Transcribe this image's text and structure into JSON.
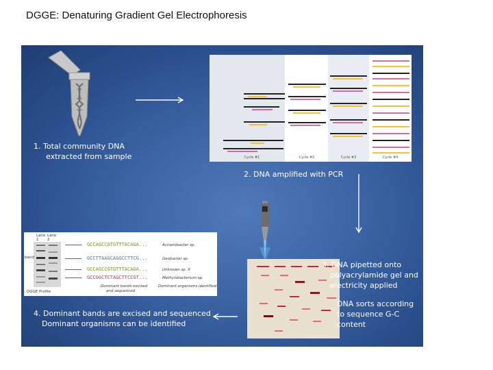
{
  "title": "DGGE: Denaturing Gradient Gel Electrophoresis",
  "steps": {
    "step1": [
      "1.  Total community DNA",
      "extracted from sample"
    ],
    "step2": "2. DNA amplified with PCR",
    "step3": [
      "3. DNA pipetted onto",
      "polyacrylamide gel and",
      "electricity applied"
    ],
    "step3b": [
      "DNA sorts according",
      "to sequence G-C",
      "content"
    ],
    "step4": [
      "4. Dominant bands are excised and sequenced",
      "Dominant organisms can be identified"
    ]
  },
  "pcr_cycles": [
    "Cycle #1",
    "Cycle #2",
    "Cycle #3",
    "Cycle #4"
  ],
  "inset": {
    "lane_headers": [
      "Lane\n1",
      "Lane\n2"
    ],
    "band_label": "band",
    "footer_left": "DGGE Profile",
    "footer_mid": [
      "Dominant bands excised",
      "and sequenced"
    ],
    "footer_right": "Dominant organisms identified",
    "sequences": [
      "GCCAGCCGTGTTTACAGA...",
      "GCCTTAAGCAGGCCTTCG...",
      "GCCAGCCGTGTTTACAGA...",
      "GCCGGCTCTAGCTTCCGT..."
    ],
    "organisms": [
      "Acinetobacter sp.",
      "Geobacter sp.",
      "Unknown sp. X",
      "Methylobacterium sp."
    ]
  },
  "colors": {
    "panel": "#3d66a6",
    "strand_black": "#222222",
    "strand_yellow": "#f2c230",
    "strand_pink": "#d36aa8",
    "band_red": "#c0283c"
  }
}
